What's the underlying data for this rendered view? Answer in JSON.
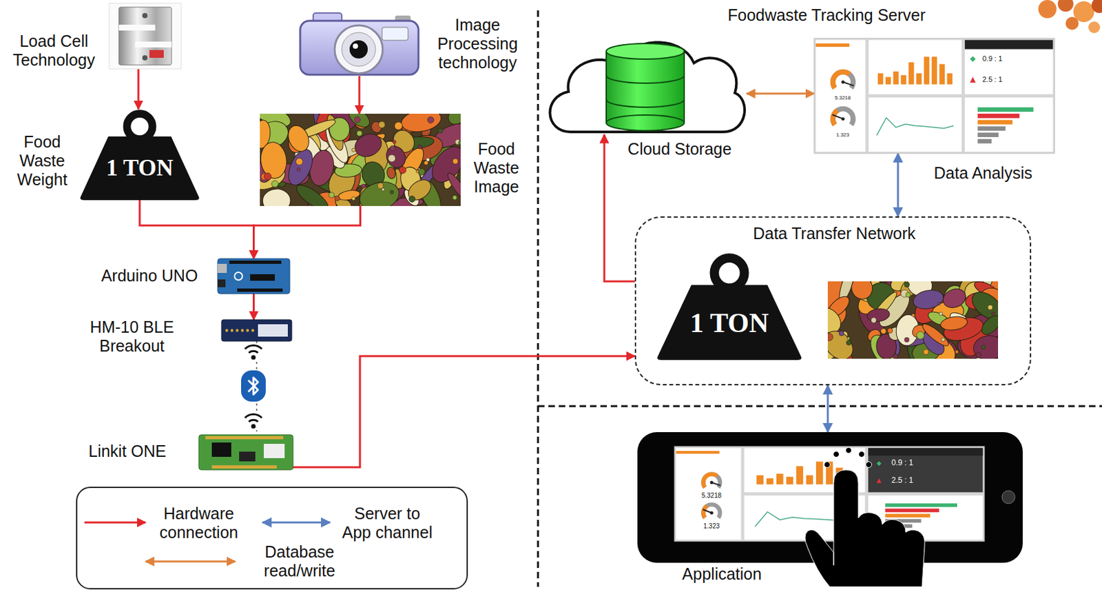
{
  "diagram": {
    "nodes": [
      {
        "text": [
          "Load Cell Technology"
        ]
      },
      {
        "text": [
          "Image Processing technology"
        ]
      },
      {
        "text": [
          "Food Waste Weight",
          "1 TON"
        ]
      },
      {
        "text": [
          "Food Waste Image"
        ]
      },
      {
        "text": [
          "Arduino UNO"
        ]
      },
      {
        "text": [
          "HM-10 BLE Breakout"
        ]
      },
      {
        "text": [
          "Linkit ONE"
        ]
      },
      {
        "text": [
          "Cloud Storage"
        ]
      },
      {
        "text": [
          "Data Analysis"
        ]
      },
      {
        "text": [
          "Data Transfer Network"
        ]
      },
      {
        "text": [
          "1 TON"
        ],
        "in": 9
      },
      {
        "text": [
          "Application"
        ]
      }
    ],
    "edges": [
      {
        "from": 0,
        "to": 2,
        "arrow": "to"
      },
      {
        "from": 1,
        "to": 3,
        "arrow": "to"
      },
      {
        "from": 2,
        "to": 4,
        "arrow": "to"
      },
      {
        "from": 3,
        "to": 4,
        "arrow": "to"
      },
      {
        "from": 4,
        "to": 5,
        "arrow": "to"
      },
      {
        "from": 5,
        "to": 6,
        "arrow": "none"
      },
      {
        "from": 6,
        "to": 9,
        "arrow": "to"
      },
      {
        "from": 9,
        "to": 7,
        "arrow": "to"
      },
      {
        "from": 7,
        "to": 8,
        "arrow": "both"
      },
      {
        "from": 8,
        "to": 9,
        "arrow": "both"
      },
      {
        "from": 9,
        "to": 11,
        "arrow": "both"
      }
    ],
    "labels": [
      "Foodwaste Tracking Server",
      "5.3218",
      "1.323",
      "0.9 : 1",
      "2.5 : 1",
      "5.3218",
      "1.323",
      "0.9 : 1",
      "2.5 : 1"
    ],
    "legend": [
      {
        "text": "Hardware connection"
      },
      {
        "text": "Server to App channel"
      },
      {
        "text": "Database read/write"
      }
    ]
  }
}
